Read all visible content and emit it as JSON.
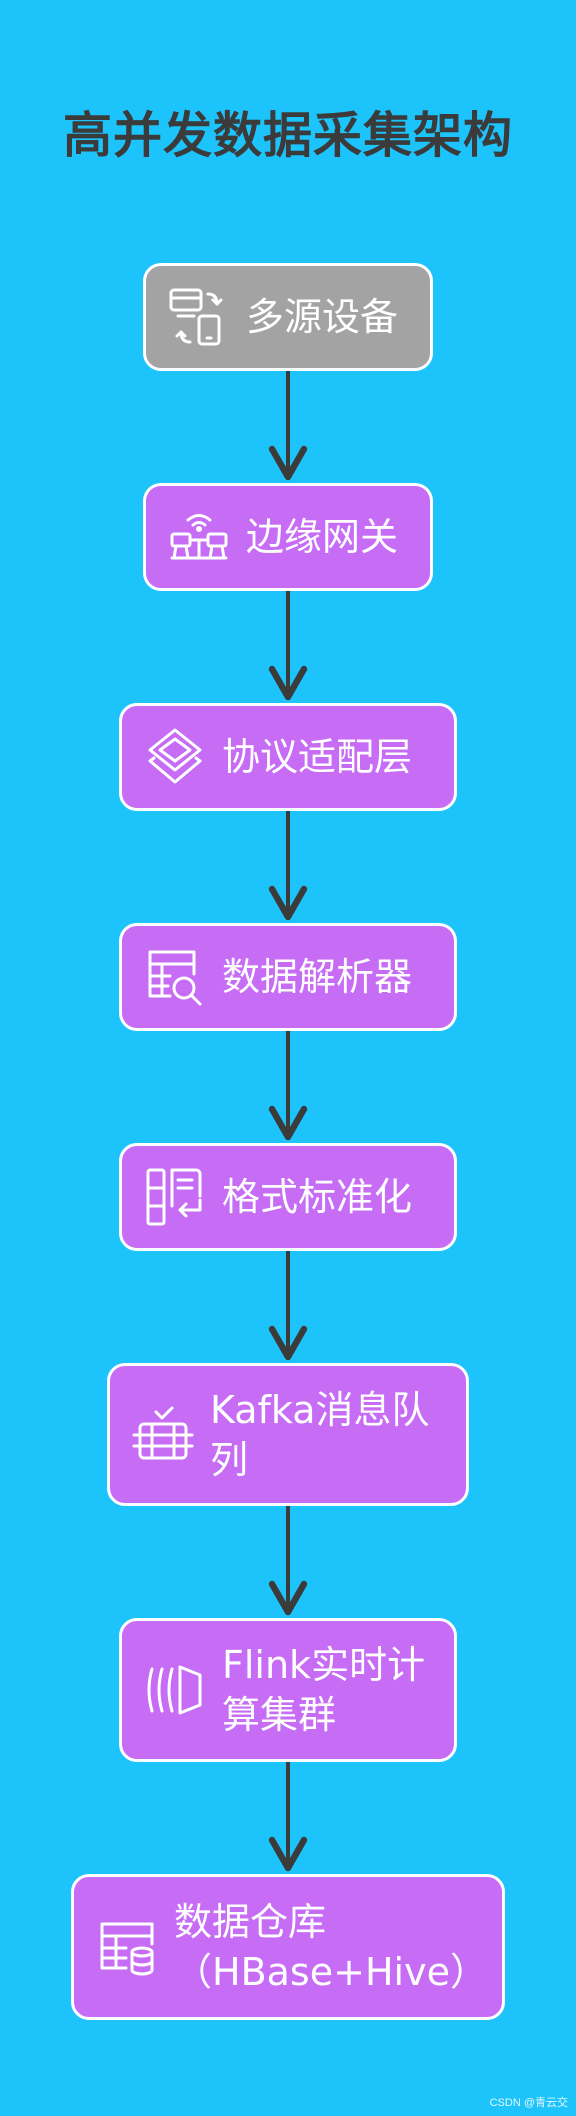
{
  "title": "高并发数据采集架构",
  "nodes": [
    {
      "label": "多源设备",
      "icon": "devices-sync-icon",
      "color": "#A3A3A3"
    },
    {
      "label": "边缘网关",
      "icon": "network-gateway-icon",
      "color": "#C76CF5"
    },
    {
      "label": "协议适配层",
      "icon": "layers-icon",
      "color": "#C76CF5"
    },
    {
      "label": "数据解析器",
      "icon": "table-search-icon",
      "color": "#C76CF5"
    },
    {
      "label": "格式标准化",
      "icon": "format-list-icon",
      "color": "#C76CF5"
    },
    {
      "label": "Kafka消息队列",
      "icon": "message-queue-icon",
      "color": "#C76CF5"
    },
    {
      "label": "Flink实时计算集群",
      "icon": "stream-compute-icon",
      "color": "#C76CF5"
    },
    {
      "label": "数据仓库（HBase+Hive）",
      "icon": "database-table-icon",
      "color": "#C76CF5"
    }
  ],
  "background_color": "#1DC4FB",
  "watermark": "CSDN @青云交"
}
